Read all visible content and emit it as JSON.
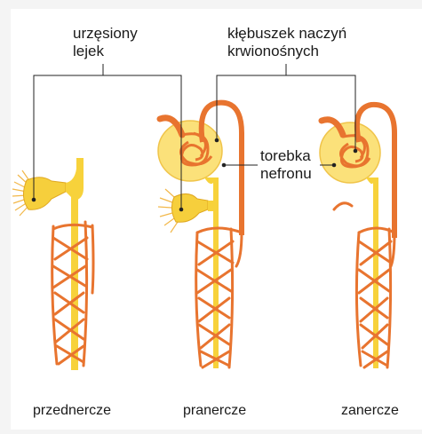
{
  "labels": {
    "funnel_line1": "urzęsiony",
    "funnel_line2": "lejek",
    "glomerulus_line1": "kłębuszek naczyń",
    "glomerulus_line2": "krwionośnych",
    "capsule_line1": "torebka",
    "capsule_line2": "nefronu"
  },
  "captions": {
    "pronephros": "przednercze",
    "mesonephros": "pranercze",
    "metanephros": "zanercze"
  },
  "colors": {
    "background": "#f4f4f4",
    "panel": "#ffffff",
    "vessel": "#e8742f",
    "vessel_light": "#f39a5e",
    "duct": "#f7d23b",
    "capsule": "#fbe17a",
    "funnel": "#f6cf3c",
    "leader": "#222222"
  }
}
